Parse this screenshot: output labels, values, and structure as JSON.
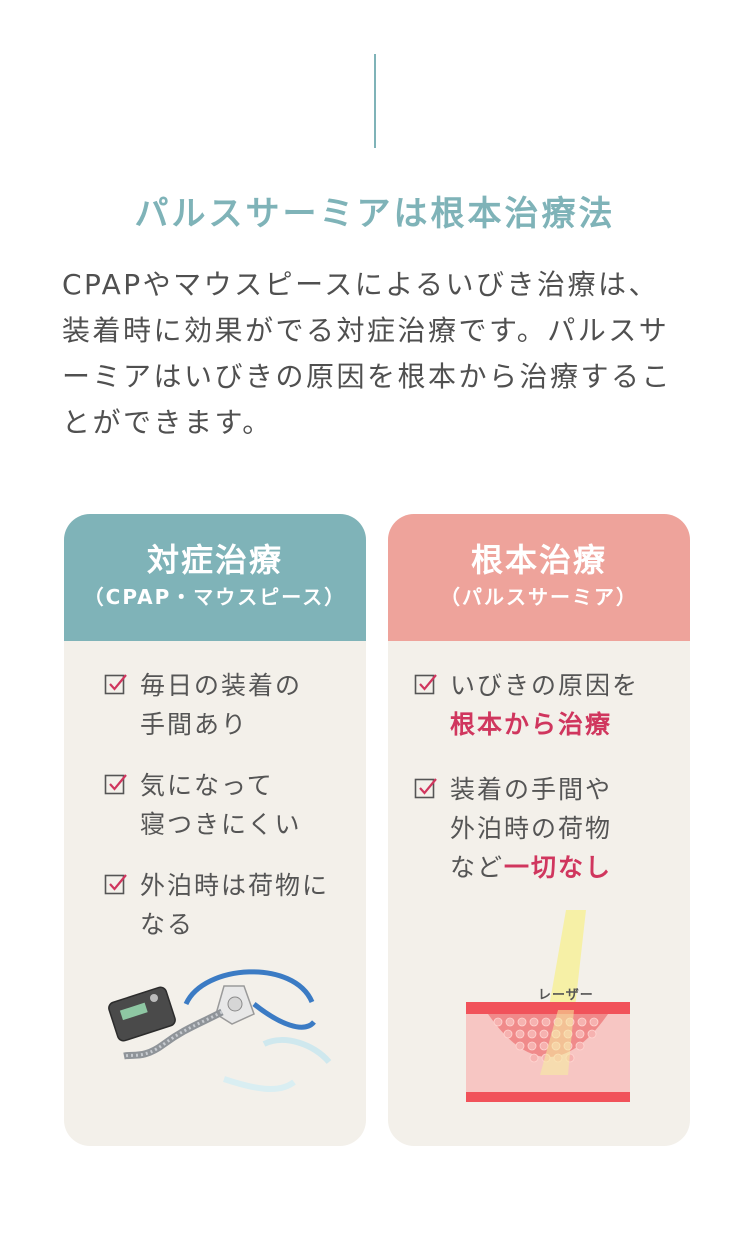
{
  "header": {
    "title": "パルスサーミアは根本治療法"
  },
  "lead": {
    "lines": [
      "CPAPやマウスピースによるいびき治療は、",
      "装着時に効果がでる対症治療です。パルスサ",
      "ーミアはいびきの原因を根本から治療するこ",
      "とができます。"
    ]
  },
  "cards": {
    "left": {
      "title": "対症治療",
      "subtitle": "（CPAP・マウスピース）",
      "items": [
        {
          "lines": [
            "毎日の装着の",
            "手間あり"
          ]
        },
        {
          "lines": [
            "気になって",
            "寝つきにくい"
          ]
        },
        {
          "lines": [
            "外泊時は荷物に",
            "なる"
          ]
        }
      ],
      "illustration_icon": "cpap-device-icon"
    },
    "right": {
      "title": "根本治療",
      "subtitle": "（パルスサーミア）",
      "item1": {
        "line1": "いびきの原因を",
        "line2_highlight": "根本から治療"
      },
      "item2": {
        "line1": "装着の手間や",
        "line2": "外泊時の荷物",
        "line3_plain": "など",
        "line3_highlight": "一切なし"
      },
      "laser_label": "レーザー",
      "illustration_icon": "laser-tissue-icon"
    }
  },
  "colors": {
    "teal": "#7fb3b8",
    "salmon": "#eea39b",
    "highlight": "#d0365e",
    "card_bg": "#f3f0ea"
  }
}
